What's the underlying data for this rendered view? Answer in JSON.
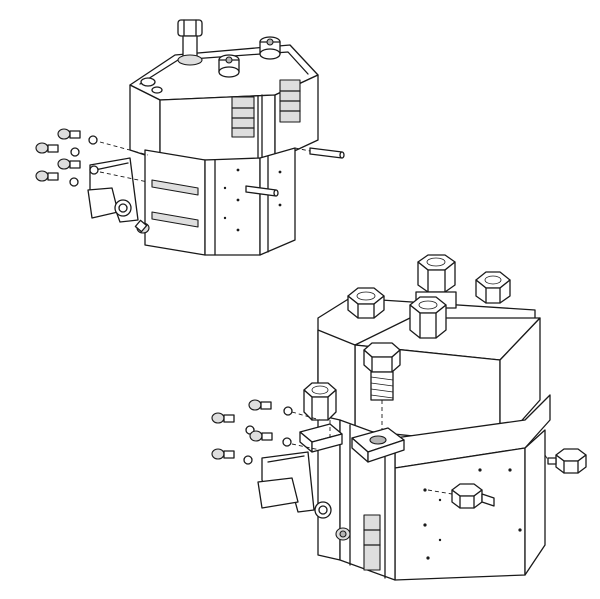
{
  "figure": {
    "background": "#ffffff",
    "line_color": "#1a1a1a",
    "shade_light": "#dedede",
    "shade_dark": "#b5b5b5",
    "views": [
      {
        "id": "small-contactor",
        "parts": [
          "contactor-body",
          "stud-terminal",
          "screw",
          "washer",
          "mounting-bracket",
          "pin"
        ]
      },
      {
        "id": "large-contactor",
        "parts": [
          "contactor-body",
          "nut",
          "bolt",
          "screw",
          "washer",
          "mounting-bracket",
          "spacer"
        ]
      }
    ]
  }
}
